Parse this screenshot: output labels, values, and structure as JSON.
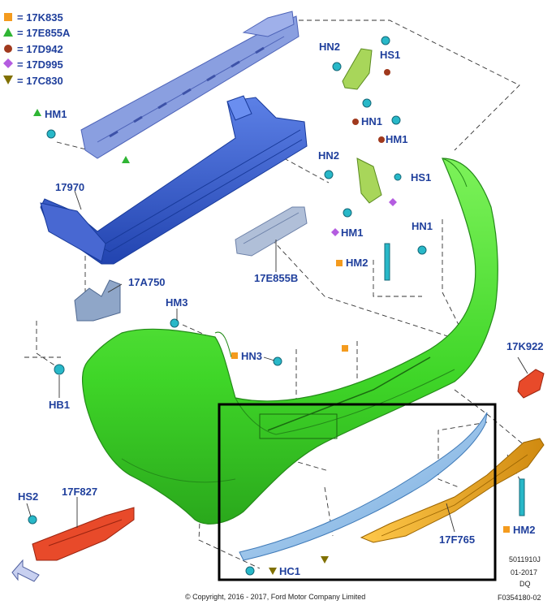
{
  "legend": [
    {
      "label": "= 17K835",
      "marker": "square",
      "color": "#f49b1e"
    },
    {
      "label": "= 17E855A",
      "marker": "triangle",
      "color": "#2fb534"
    },
    {
      "label": "= 17D942",
      "marker": "circle",
      "color": "#a0391d"
    },
    {
      "label": "= 17D995",
      "marker": "diamond",
      "color": "#b45ce0"
    },
    {
      "label": "= 17C830",
      "marker": "triangle-down",
      "color": "#807000"
    }
  ],
  "callouts": {
    "hm1_left": "HM1",
    "n17970": "17970",
    "n17a750": "17A750",
    "n17e855b": "17E855B",
    "hm3": "HM3",
    "hn3": "HN3",
    "hb1": "HB1",
    "hs2": "HS2",
    "n17f827": "17F827",
    "hn2_top": "HN2",
    "hs1_top": "HS1",
    "hn1_top": "HN1",
    "hm1_top": "HM1",
    "hn2_mid": "HN2",
    "hs1_mid": "HS1",
    "hm1_mid": "HM1",
    "hn1_right": "HN1",
    "hm2_mid": "HM2",
    "n17k922": "17K922",
    "n17f765": "17F765",
    "hm2_right": "HM2",
    "hc1": "HC1"
  },
  "colors": {
    "label": "#1f3f9c",
    "bumper": "#3fe02a",
    "reinforcement": "#2e58c8",
    "absorber": "#8a9fe0",
    "bracket_grey": "#8fa6c8",
    "reflector_red": "#e84a2a",
    "diffuser_orange": "#f0a820",
    "trim_blue": "#8fc0ec",
    "clip_cyan": "#28b8c8",
    "highlight_frame": "#000000"
  },
  "stamp": {
    "line1": "5011910J",
    "line2": "01-2017",
    "line3": "DQ"
  },
  "copyright": "© Copyright, 2016 - 2017, Ford Motor Company Limited",
  "figure_id": "F0354180-02"
}
